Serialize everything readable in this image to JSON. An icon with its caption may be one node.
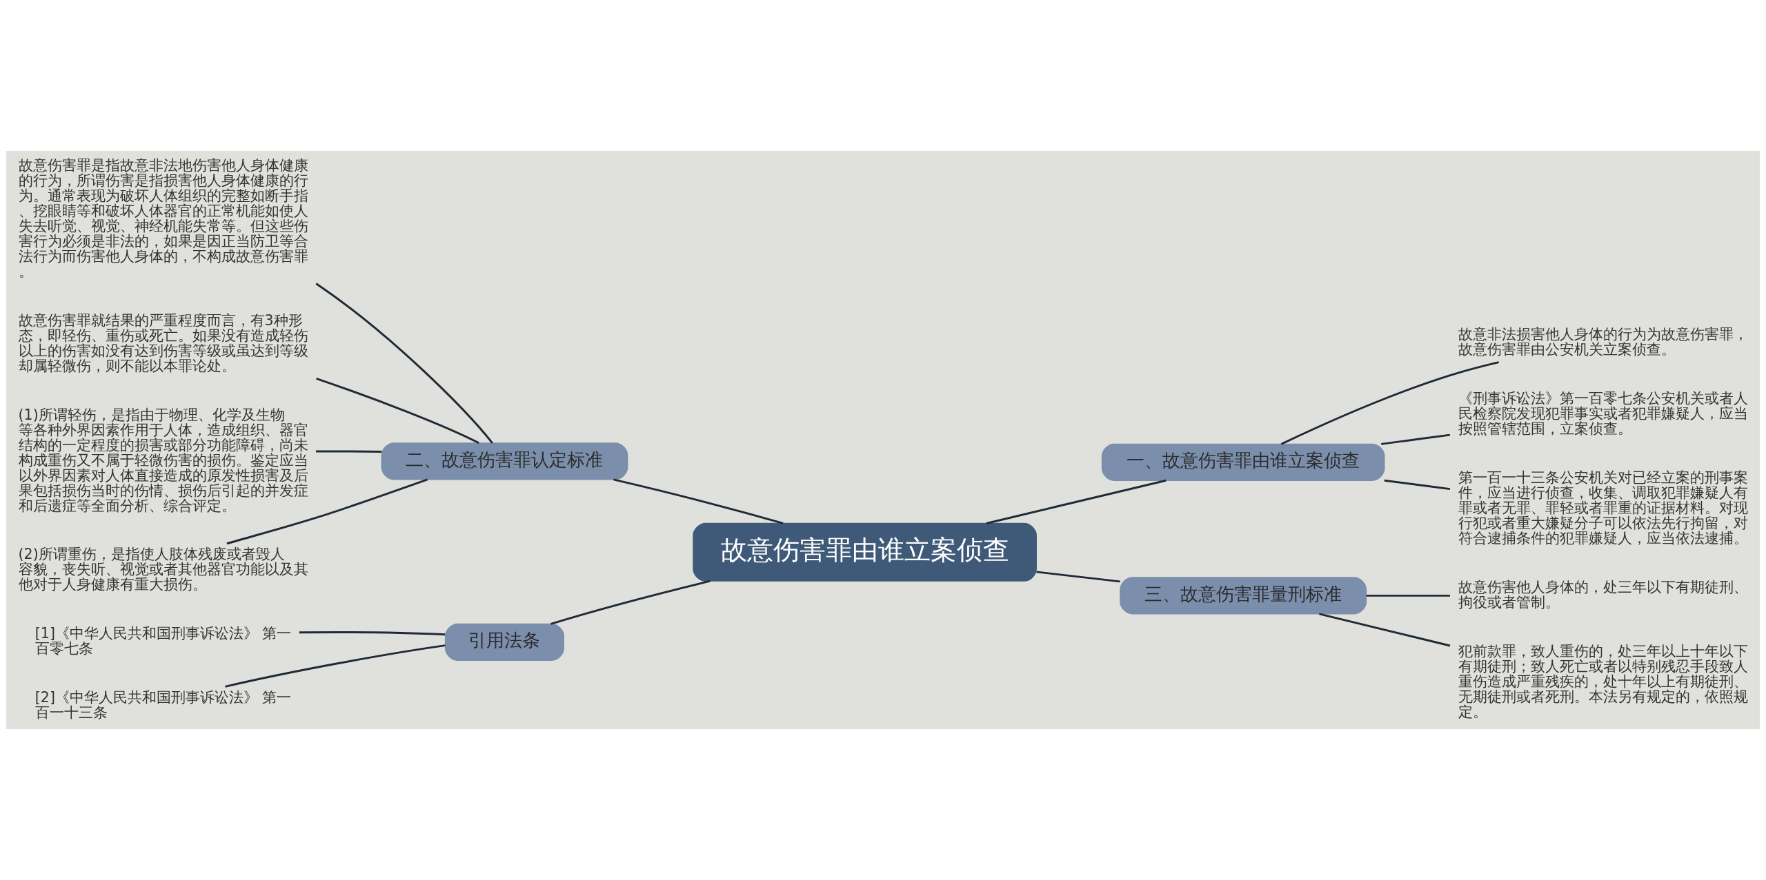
{
  "diagram": {
    "nodes": [
      {
        "text": [
          "故意伤害罪由谁立案侦查"
        ]
      },
      {
        "text": [
          "一、故意伤害罪由谁立案侦查"
        ]
      },
      {
        "text": [
          "故意非法损害他人身体的行为为故意伤害罪，故意伤害罪由公安机关立案侦查。"
        ]
      },
      {
        "text": [
          "《刑事诉讼法》第一百零七条公安机关或者人民检察院发现犯罪事实或者犯罪嫌疑人，应当按照管辖范围，立案侦查。"
        ]
      },
      {
        "text": [
          "第一百一十三条公安机关对已经立案的刑事案件，应当进行侦查，收集、调取犯罪嫌疑人有罪或者无罪、罪轻或者罪重的证据材料。对现行犯或者重大嫌疑分子可以依法先行拘留，对符合逮捕条件的犯罪嫌疑人，应当依法逮捕。"
        ]
      },
      {
        "text": [
          "二、故意伤害罪认定标准"
        ]
      },
      {
        "text": [
          "故意伤害罪是指故意非法地伤害他人身体健康的行为，所谓伤害是指损害他人身体健康的行为。通常表现为破坏人体组织的完整如断手指、挖眼睛等和破坏人体器官的正常机能如使人失去听觉、视觉、神经机能失常等。但这些伤害行为必须是非法的，如果是因正当防卫等合法行为而伤害他人身体的，不构成故意伤害罪。"
        ]
      },
      {
        "text": [
          "故意伤害罪就结果的严重程度而言，有3种形态，即轻伤、重伤或死亡。如果没有造成轻伤以上的伤害如没有达到伤害等级或虽达到等级却属轻微伤，则不能以本罪论处。"
        ]
      },
      {
        "text": [
          "(1)所谓轻伤，是指由于物理、化学及生物等各种外界因素作用于人体，造成组织、器官结构的一定程度的损害或部分功能障碍，尚未构成重伤又不属于轻微伤害的损伤。鉴定应当以外界因素对人体直接造成的原发性损害及后果包括损伤当时的伤情、损伤后引起的并发症和后遗症等全面分析、综合评定。"
        ]
      },
      {
        "text": [
          "(2)所谓重伤，是指使人肢体残废或者毁人容貌，丧失听、视觉或者其他器官功能以及其他对于人身健康有重大损伤。"
        ]
      },
      {
        "text": [
          "三、故意伤害罪量刑标准"
        ]
      },
      {
        "text": [
          "故意伤害他人身体的，处三年以下有期徒刑、拘役或者管制。"
        ]
      },
      {
        "text": [
          "犯前款罪，致人重伤的，处三年以上十年以下有期徒刑；致人死亡或者以特别残忍手段致人重伤造成严重残疾的，处十年以上有期徒刑、无期徒刑或者死刑。本法另有规定的，依照规定。"
        ]
      },
      {
        "text": [
          "引用法条"
        ]
      },
      {
        "text": [
          "[1]《中华人民共和国刑事诉讼法》 第一百零七条"
        ]
      },
      {
        "text": [
          "[2]《中华人民共和国刑事诉讼法》 第一百一十三条"
        ]
      }
    ],
    "edges": [
      {
        "from": 0,
        "to": 1,
        "arrow": "none"
      },
      {
        "from": 1,
        "to": 2,
        "arrow": "none"
      },
      {
        "from": 1,
        "to": 3,
        "arrow": "none"
      },
      {
        "from": 1,
        "to": 4,
        "arrow": "none"
      },
      {
        "from": 0,
        "to": 5,
        "arrow": "none"
      },
      {
        "from": 5,
        "to": 6,
        "arrow": "none"
      },
      {
        "from": 5,
        "to": 7,
        "arrow": "none"
      },
      {
        "from": 5,
        "to": 8,
        "arrow": "none"
      },
      {
        "from": 5,
        "to": 9,
        "arrow": "none"
      },
      {
        "from": 0,
        "to": 10,
        "arrow": "none"
      },
      {
        "from": 10,
        "to": 11,
        "arrow": "none"
      },
      {
        "from": 10,
        "to": 12,
        "arrow": "none"
      },
      {
        "from": 0,
        "to": 13,
        "arrow": "none"
      },
      {
        "from": 13,
        "to": 14,
        "arrow": "none"
      },
      {
        "from": 13,
        "to": 15,
        "arrow": "none"
      }
    ]
  }
}
